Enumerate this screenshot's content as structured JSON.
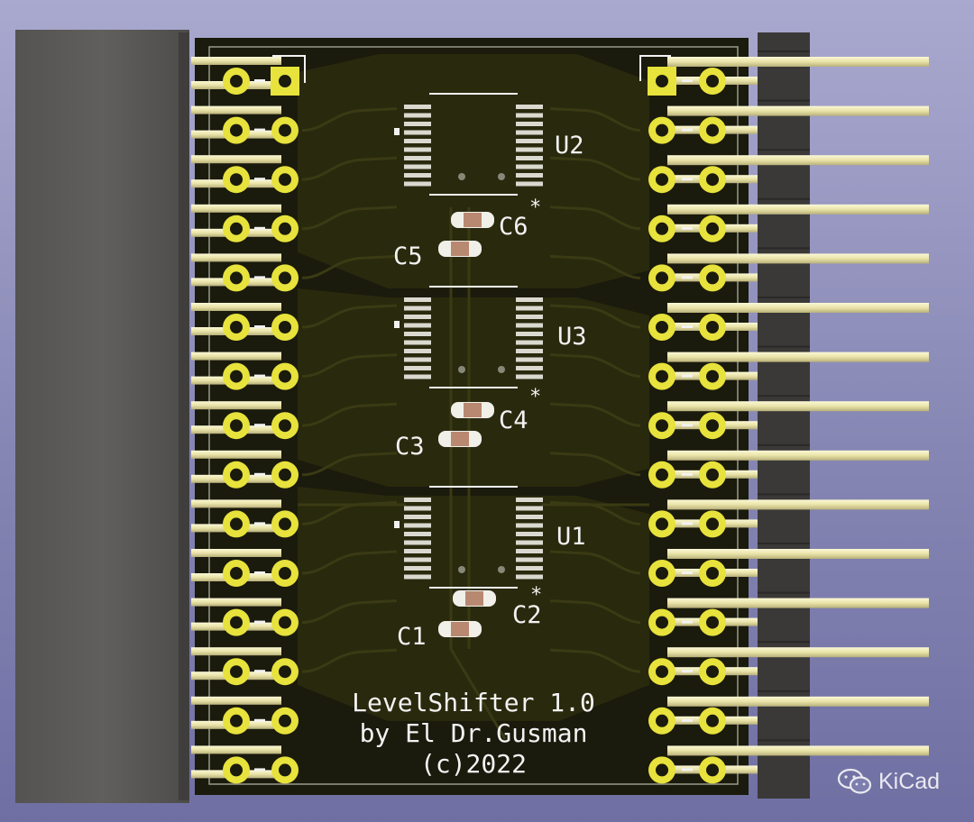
{
  "board": {
    "title_lines": [
      "LevelShifter 1.0",
      "by El Dr.Gusman",
      "(c)2022"
    ],
    "colors": {
      "background": "#8a8ab8",
      "pcb": "#1a1a0d",
      "copper": "#2d2d0f",
      "pad": "#e7e23c",
      "silkscreen": "#f2f2f2",
      "pin_gold": "#e9e3a8",
      "header_body": "#5e5d5b"
    }
  },
  "components": {
    "ics": [
      {
        "ref": "U2"
      },
      {
        "ref": "U3"
      },
      {
        "ref": "U1"
      }
    ],
    "capacitors": [
      {
        "ref": "C6",
        "marker": "*"
      },
      {
        "ref": "C5"
      },
      {
        "ref": "C4",
        "marker": "*"
      },
      {
        "ref": "C3"
      },
      {
        "ref": "C2",
        "marker": "*"
      },
      {
        "ref": "C1"
      }
    ]
  },
  "headers": {
    "pins_per_side": 15,
    "left": {
      "icon": "female-header-icon"
    },
    "right": {
      "icon": "male-pin-header-icon"
    }
  },
  "watermark": {
    "icon": "wechat-icon",
    "text": "KiCad"
  }
}
